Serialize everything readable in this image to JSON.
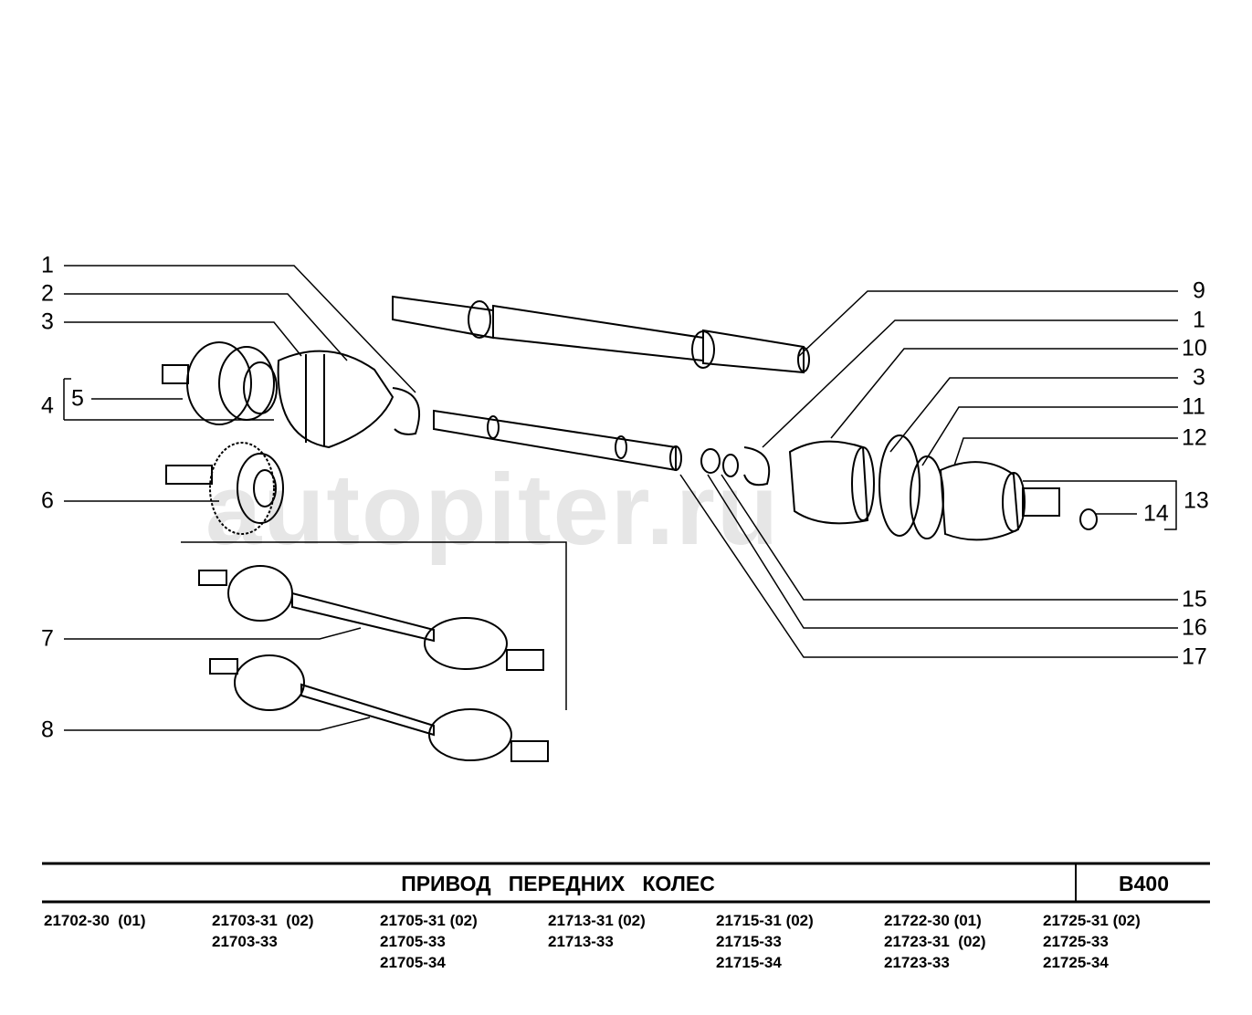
{
  "watermark": "autopiter.ru",
  "callouts": {
    "left": [
      "1",
      "2",
      "3",
      "4",
      "5",
      "6",
      "7",
      "8"
    ],
    "right": [
      "9",
      "1",
      "10",
      "3",
      "11",
      "12",
      "13",
      "14",
      "15",
      "16",
      "17"
    ]
  },
  "footer": {
    "title": "ПРИВОД   ПЕРЕДНИХ   КОЛЕС",
    "code": "В400",
    "models": [
      [
        "21702-30  (01)"
      ],
      [
        "21703-31  (02)",
        "21703-33"
      ],
      [
        "21705-31 (02)",
        "21705-33",
        "21705-34"
      ],
      [
        "21713-31 (02)",
        "21713-33"
      ],
      [
        "21715-31 (02)",
        "21715-33",
        "21715-34"
      ],
      [
        "21722-30 (01)",
        "21723-31  (02)",
        "21723-33"
      ],
      [
        "21725-31 (02)",
        "21725-33",
        "21725-34"
      ]
    ]
  }
}
